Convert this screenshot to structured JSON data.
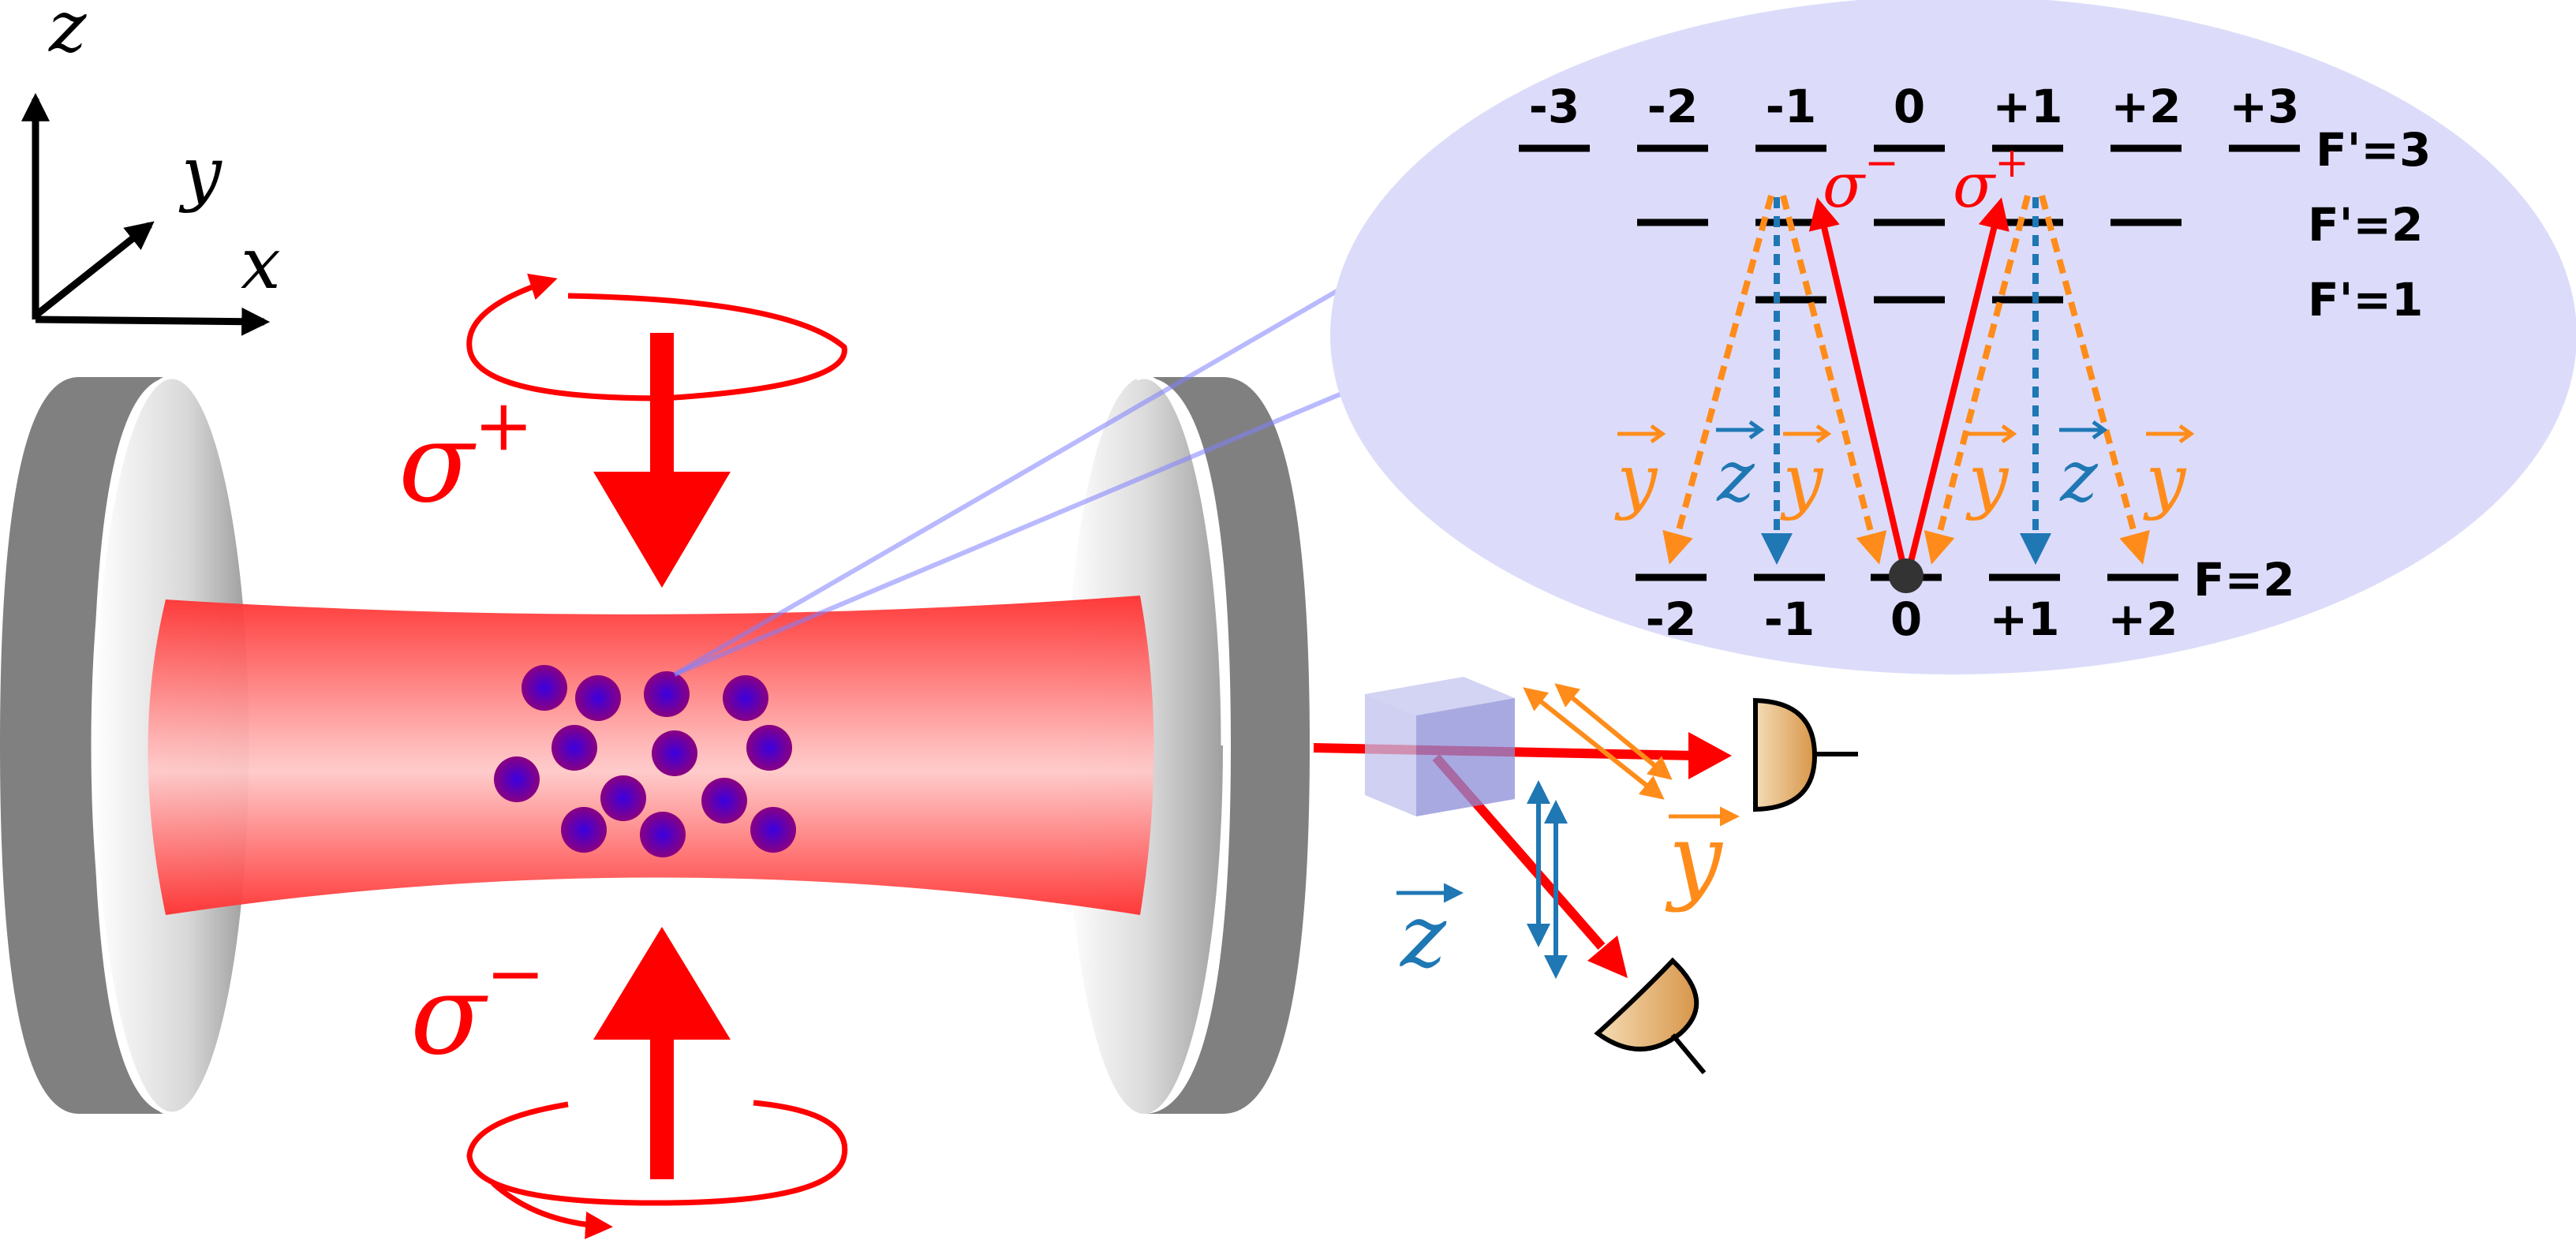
{
  "axes": {
    "z": "z",
    "y": "y",
    "x": "x"
  },
  "beam_labels": {
    "top": "σ",
    "top_sup": "+",
    "bottom": "σ",
    "bottom_sup": "−"
  },
  "level_diagram": {
    "top_labels": [
      "-3",
      "-2",
      "-1",
      "0",
      "+1",
      "+2",
      "+3"
    ],
    "bottom_labels": [
      "-2",
      "-1",
      "0",
      "+1",
      "+2"
    ],
    "excited_levels": [
      "F'=3",
      "F'=2",
      "F'=1"
    ],
    "ground_level": "F=2",
    "sigma_minus": "σ",
    "sigma_minus_sup": "−",
    "sigma_plus": "σ",
    "sigma_plus_sup": "+",
    "pol_labels": [
      "y",
      "z",
      "y",
      "y",
      "z",
      "y"
    ]
  },
  "detection": {
    "y_label": "y",
    "z_label": "z"
  },
  "colors": {
    "red": "#ff0000",
    "orange": "#ff8c1a",
    "blue": "#1f77b4",
    "atom": "#5a00b0",
    "bubble": "#dcdcfa",
    "mirror": "#808080",
    "detector": "#e8b878"
  }
}
